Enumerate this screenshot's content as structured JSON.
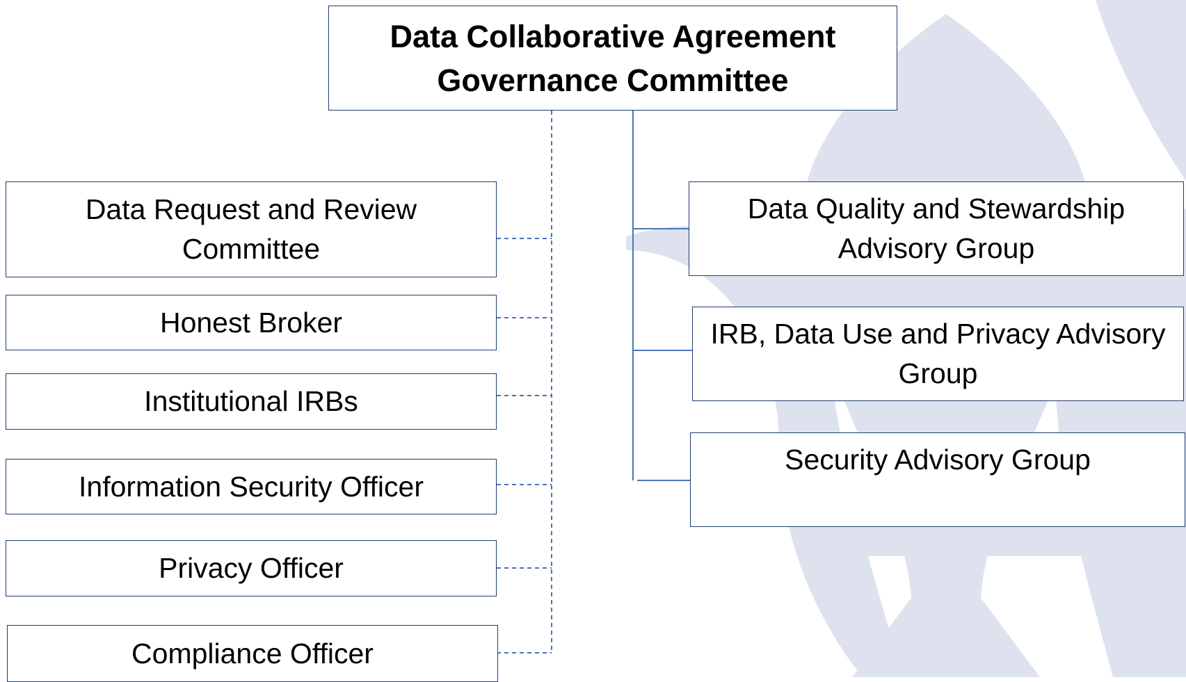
{
  "colors": {
    "box_border": "#1f3b6e",
    "connector": "#4a74b8",
    "watermark": "#dde2ee"
  },
  "root": {
    "label": "Data Collaborative Agreement Governance Committee"
  },
  "left_boxes": [
    {
      "label": "Data Request and Review Committee"
    },
    {
      "label": "Honest Broker"
    },
    {
      "label": "Institutional IRBs"
    },
    {
      "label": "Information Security Officer"
    },
    {
      "label": "Privacy Officer"
    },
    {
      "label": "Compliance Officer"
    }
  ],
  "right_boxes": [
    {
      "label": "Data Quality and Stewardship Advisory Group"
    },
    {
      "label": "IRB, Data Use and Privacy Advisory Group"
    },
    {
      "label": "Security Advisory Group"
    }
  ],
  "connectors": {
    "left_group": {
      "style": "dashed"
    },
    "right_group": {
      "style": "solid"
    }
  },
  "watermark": {
    "icon": "fleur-de-lis-icon"
  }
}
